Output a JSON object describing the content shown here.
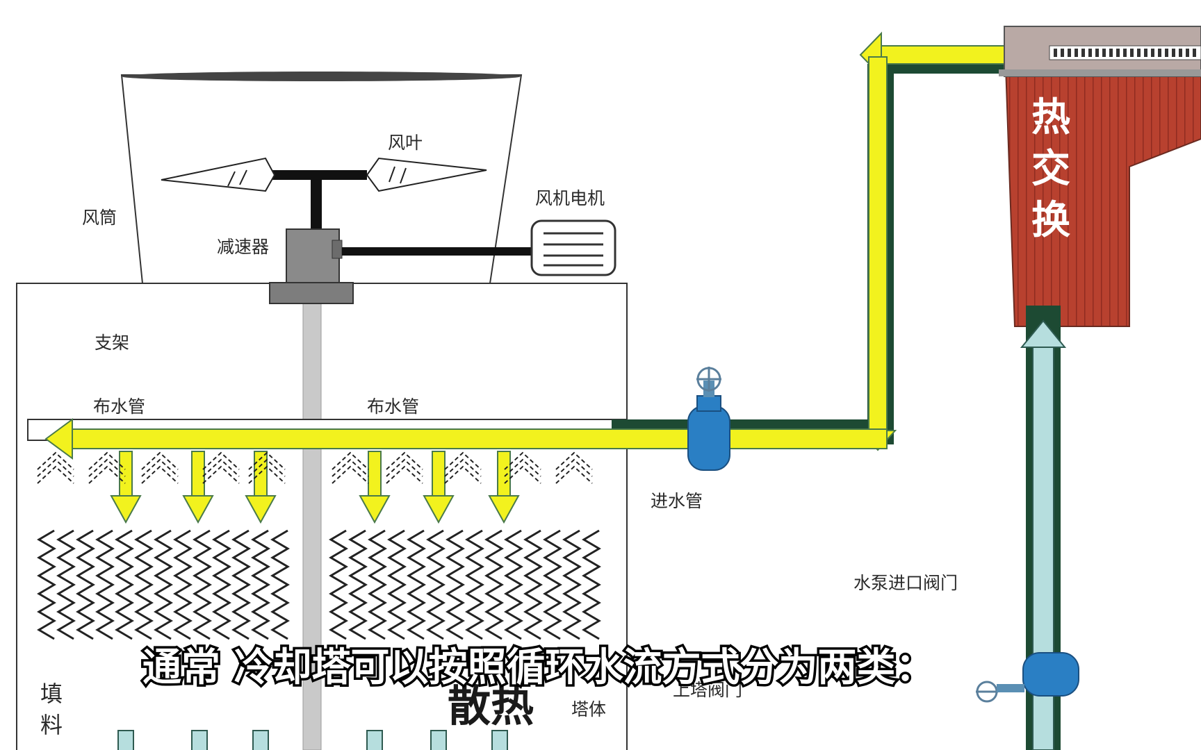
{
  "labels": {
    "fan_blade": "风叶",
    "fan_cylinder": "风筒",
    "fan_motor": "风机电机",
    "reducer": "减速器",
    "bracket": "支架",
    "dist_pipe_left": "布水管",
    "dist_pipe_right": "布水管",
    "inlet_pipe": "进水管",
    "pump_inlet_valve": "水泵进口阀门",
    "upper_tower_valve": "上塔阀门",
    "tower_body": "塔体",
    "fill_1": "填",
    "fill_2": "料",
    "heat_dissipation": "散热",
    "heat_exchange_1": "热",
    "heat_exchange_2": "交",
    "heat_exchange_3": "换"
  },
  "subtitle": "通常 冷却塔可以按照循环水流方式分为两类：",
  "colors": {
    "hot_water": "#f2f21e",
    "cold_water": "#b6dede",
    "pipe_outline": "#1d4a33",
    "valve": "#2a7fc4",
    "exchanger": "#b8412f",
    "gearbox": "#8a8a8a"
  }
}
